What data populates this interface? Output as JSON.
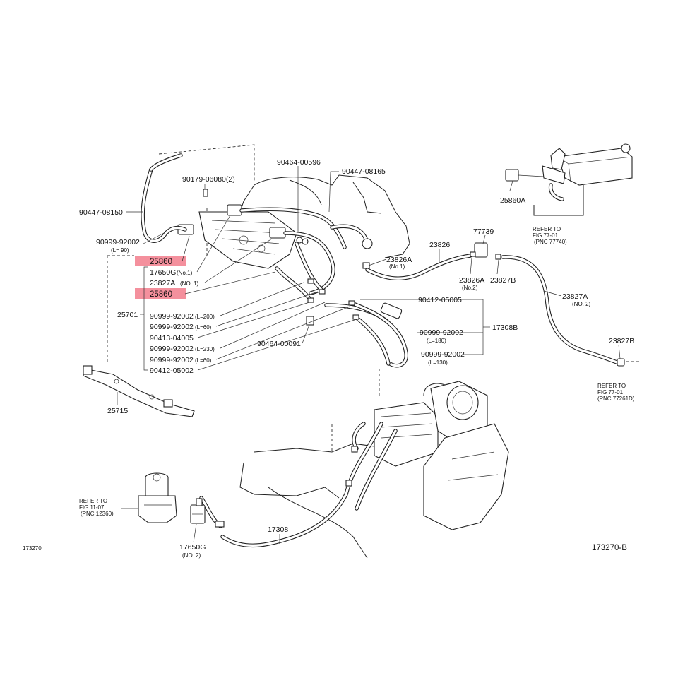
{
  "diagram": {
    "figure_id_left": "173270",
    "figure_id_right": "173270-B",
    "highlight_color": "#f06b7c",
    "labels": {
      "l_90179": "90179-06080(2)",
      "l_90464a": "90464-00596",
      "l_90447a": "90447-08165",
      "l_90447b": "90447-08150",
      "l_90999a": "90999-92002",
      "l_90999a_sub": "(L= 90)",
      "l_25860a": "25860",
      "l_17650g1": "17650G",
      "l_17650g1_sub": "(No.1)",
      "l_23827a1": "23827A",
      "l_23827a1_sub": "(NO. 1)",
      "l_25860b": "25860",
      "l_25701": "25701",
      "l_90999_l200": "90999-92002",
      "l_90999_l200_sub": "(L=200)",
      "l_90999_l60": "90999-92002",
      "l_90999_l60_sub": "(L=60)",
      "l_90413": "90413-04005",
      "l_90999_l230": "90999-92002",
      "l_90999_l230_sub": "(L=230)",
      "l_90999_l60b": "90999-92002",
      "l_90999_l60b_sub": "(L=60)",
      "l_90412a": "90412-05002",
      "l_90464b": "90464-00091",
      "l_90412b": "90412-05005",
      "l_90999_l180": "90999-92002",
      "l_90999_l180_sub": "(L=180)",
      "l_90999_l130": "90999-92002",
      "l_90999_l130_sub": "(L=130)",
      "l_17308b": "17308B",
      "l_23826a1": "23826A",
      "l_23826a1_sub": "(No.1)",
      "l_23826": "23826",
      "l_77739": "77739",
      "l_23826a2": "23826A",
      "l_23826a2_sub": "(No.2)",
      "l_23827b1": "23827B",
      "l_25860a_r": "25860A",
      "l_refer1_a": "REFER  TO",
      "l_refer1_b": "FIG  77-01",
      "l_refer1_c": "(PNC  77740)",
      "l_23827a2": "23827A",
      "l_23827a2_sub": "(NO. 2)",
      "l_23827b2": "23827B",
      "l_refer2_a": "REFER  TO",
      "l_refer2_b": "FIG  77-01",
      "l_refer2_c": "(PNC  77261D)",
      "l_25715": "25715",
      "l_refer3_a": "REFER  TO",
      "l_refer3_b": "FIG  11-07",
      "l_refer3_c": "(PNC  12360)",
      "l_17650g2": "17650G",
      "l_17650g2_sub": "(NO. 2)",
      "l_17308": "17308"
    }
  }
}
